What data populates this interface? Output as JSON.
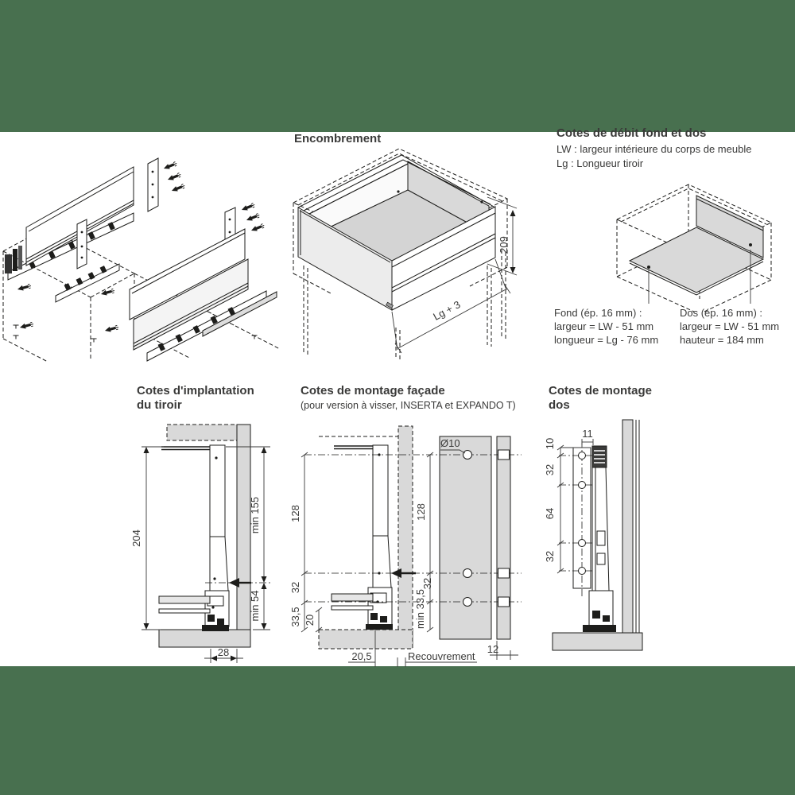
{
  "colors": {
    "band": "#48704f",
    "panel_gray": "#d9d9d9",
    "line": "#1d1d1b",
    "text": "#3a3a39"
  },
  "encombrement": {
    "title": "Encombrement",
    "dim_height": "209",
    "dim_length": "Lg + 3"
  },
  "debit": {
    "title": "Cotes de débit fond et dos",
    "legend_lw": "LW : largeur intérieure du corps de meuble",
    "legend_lg": "Lg : Longueur tiroir",
    "fond_title": "Fond (ép. 16 mm) :",
    "fond_line1": "largeur = LW - 51 mm",
    "fond_line2": "longueur = Lg - 76 mm",
    "dos_title": "Dos (ép. 16 mm) :",
    "dos_line1": "largeur = LW - 51 mm",
    "dos_line2": "hauteur = 184 mm"
  },
  "implantation": {
    "title1": "Cotes d'implantation",
    "title2": "du tiroir",
    "dim_height_total": "204",
    "dim_min_top": "min 155",
    "dim_min_bottom": "min 54",
    "dim_bottom": "28"
  },
  "facade": {
    "title": "Cotes de montage façade",
    "subtitle": "(pour version à visser, INSERTA et EXPANDO T)",
    "dim_128_left": "128",
    "dim_32_left": "32",
    "dim_335_left": "33,5",
    "dim_20": "20",
    "dim_205": "20,5",
    "overlay_label": "Recouvrement",
    "dim_128_right": "128",
    "dim_32_right": "32",
    "dim_min335": "min 33,5",
    "hole_diameter": "Ø10",
    "dim_12": "12"
  },
  "montage_dos": {
    "title1": "Cotes de montage",
    "title2": "dos",
    "dim_10": "10",
    "dim_11": "11",
    "dim_32_top": "32",
    "dim_64": "64",
    "dim_32_bottom": "32"
  }
}
